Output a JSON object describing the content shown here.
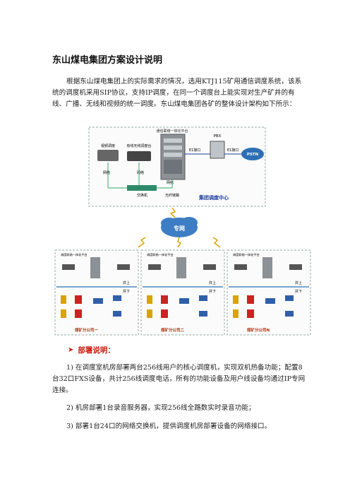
{
  "doc": {
    "title": "东山煤电集团方案设计说明",
    "intro": "根据东山煤电集团上的实际需求的情况，选用KTJ115矿用通信调度系统，该系统的调度机采用SIP协议，支持IP调度，在同一个调度台上能实现对生产矿井的有线、广播、无线和视频的统一调度。东山煤电集团各矿的整体设计架构如下所示：",
    "section_title": "部署说明：",
    "items": [
      "1) 在调度室机房部署两台256线用户的核心调度机，实现双机热备功能；配置8台32口FXS设备，共计256线调度电话，所有的功能设备及用户线设备均通过IP专网连接。",
      "2) 机房部署1台录音服务器，实现256线全路数实时录音功能；",
      "3) 部署1台24口的网络交换机，提供调度机房部署设备的网络接口。"
    ]
  },
  "diagram": {
    "top_platform": "通信联络一体化平台",
    "video_console": "视频调度",
    "wired_console": "有线无线调度台",
    "pbx": "PBX",
    "e1_left": "E1接口",
    "e1_right": "E1接口",
    "pstn": "PSTN",
    "net1": "网络",
    "net2": "网络",
    "net3": "网络",
    "switch": "交换机",
    "fiber": "光纤链路",
    "center": "集团调度中心",
    "private_net": "专网",
    "branches": [
      {
        "name": "煤矿分公司一",
        "platform": "调度联络一体化平台",
        "above": "井上",
        "below": "井下"
      },
      {
        "name": "煤矿分公司二",
        "platform": "调度联络一体化平台",
        "above": "井上",
        "below": "井下"
      },
      {
        "name": "煤矿分公司N",
        "platform": "调度联络一体化平台",
        "above": "井上",
        "below": "井下"
      }
    ]
  }
}
